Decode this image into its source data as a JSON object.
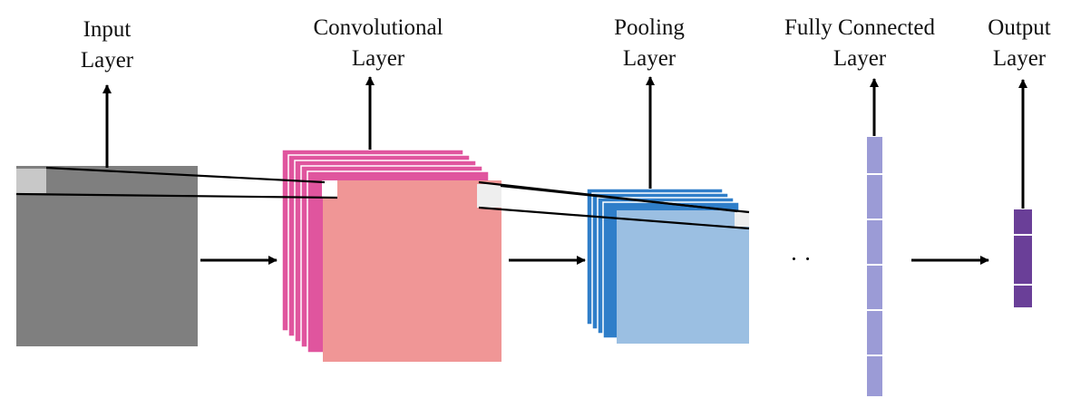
{
  "layers": [
    {
      "id": "input",
      "line1": "Input",
      "line2": "Layer"
    },
    {
      "id": "convolutional",
      "line1": "Convolutional",
      "line2": "Layer"
    },
    {
      "id": "pooling",
      "line1": "Pooling",
      "line2": "Layer"
    },
    {
      "id": "fully-connected",
      "line1": "Fully Connected",
      "line2": "Layer"
    },
    {
      "id": "output",
      "line1": "Output",
      "line2": "Layer"
    }
  ],
  "ellipsis": "· ·",
  "colors": {
    "input_fill": "#7f7f7f",
    "input_patch": "#c8c8c8",
    "conv_edge": "#e0559e",
    "conv_fill": "#f09696",
    "pool_edge": "#2f7ec9",
    "pool_fill": "#9bbfe2",
    "fc_cell": "#9b9bd6",
    "output_cell": "#6a3f98",
    "arrow": "#000000"
  }
}
